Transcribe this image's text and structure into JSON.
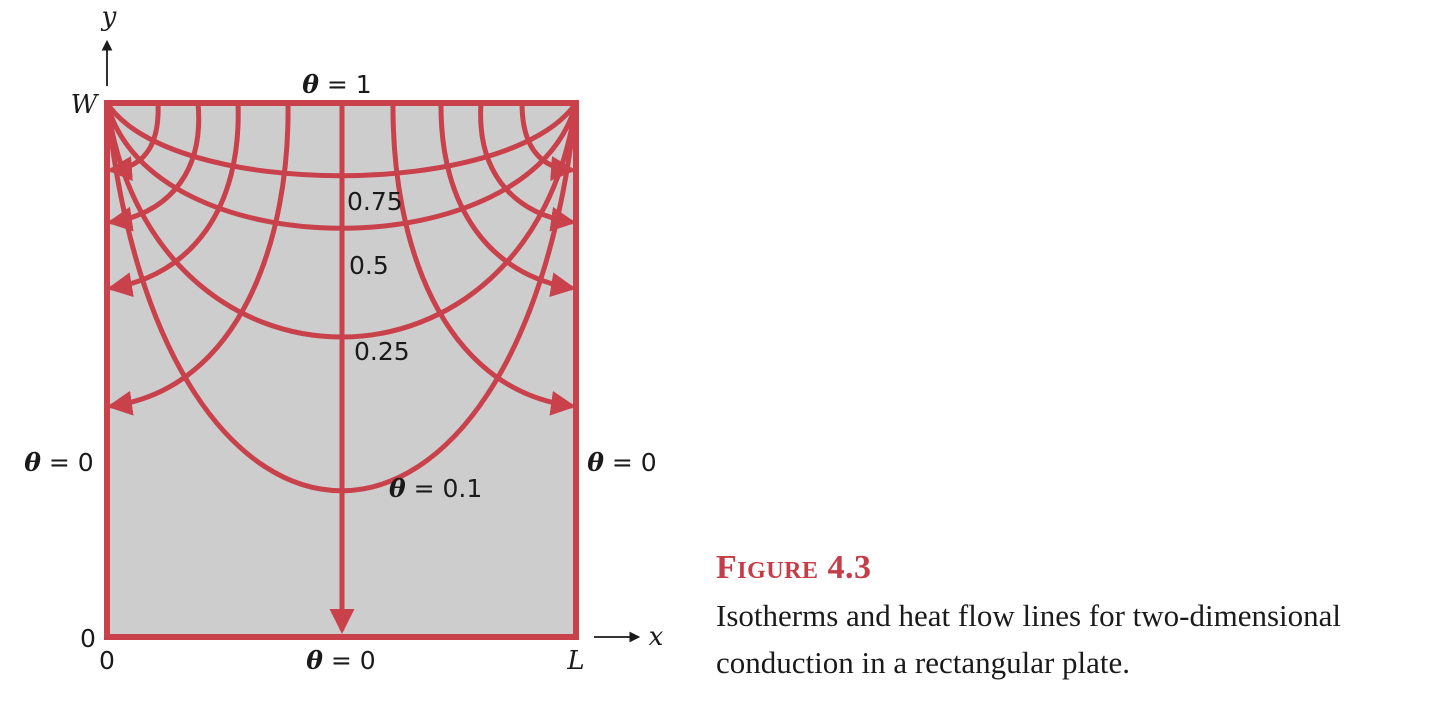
{
  "colors": {
    "line": "#c8414b",
    "plate": "#cdcdcd",
    "text": "#1a1a1a",
    "caption_title": "#c63d4a"
  },
  "axes": {
    "y_label": "y",
    "x_label": "x",
    "top_label": "W",
    "origin_y": "0",
    "origin_x": "0",
    "right_label": "L"
  },
  "boundaries": {
    "top": {
      "symbol": "θ",
      "rest": " = 1"
    },
    "left": {
      "symbol": "θ",
      "rest": " = 0"
    },
    "right": {
      "symbol": "θ",
      "rest": " = 0"
    },
    "bottom": {
      "symbol": "θ",
      "rest": " = 0"
    }
  },
  "isotherm_labels": {
    "i075": {
      "text": "0.75"
    },
    "i05": {
      "text": "0.5"
    },
    "i025": {
      "text": "0.25"
    },
    "i01": {
      "symbol": "θ",
      "rest": " = 0.1"
    }
  },
  "isotherms": [
    0.75,
    0.5,
    0.25,
    0.1
  ],
  "caption": {
    "title": "Figure 4.3",
    "text": "Isotherms and heat flow lines for two-dimensional conduction in a rectangular plate."
  }
}
